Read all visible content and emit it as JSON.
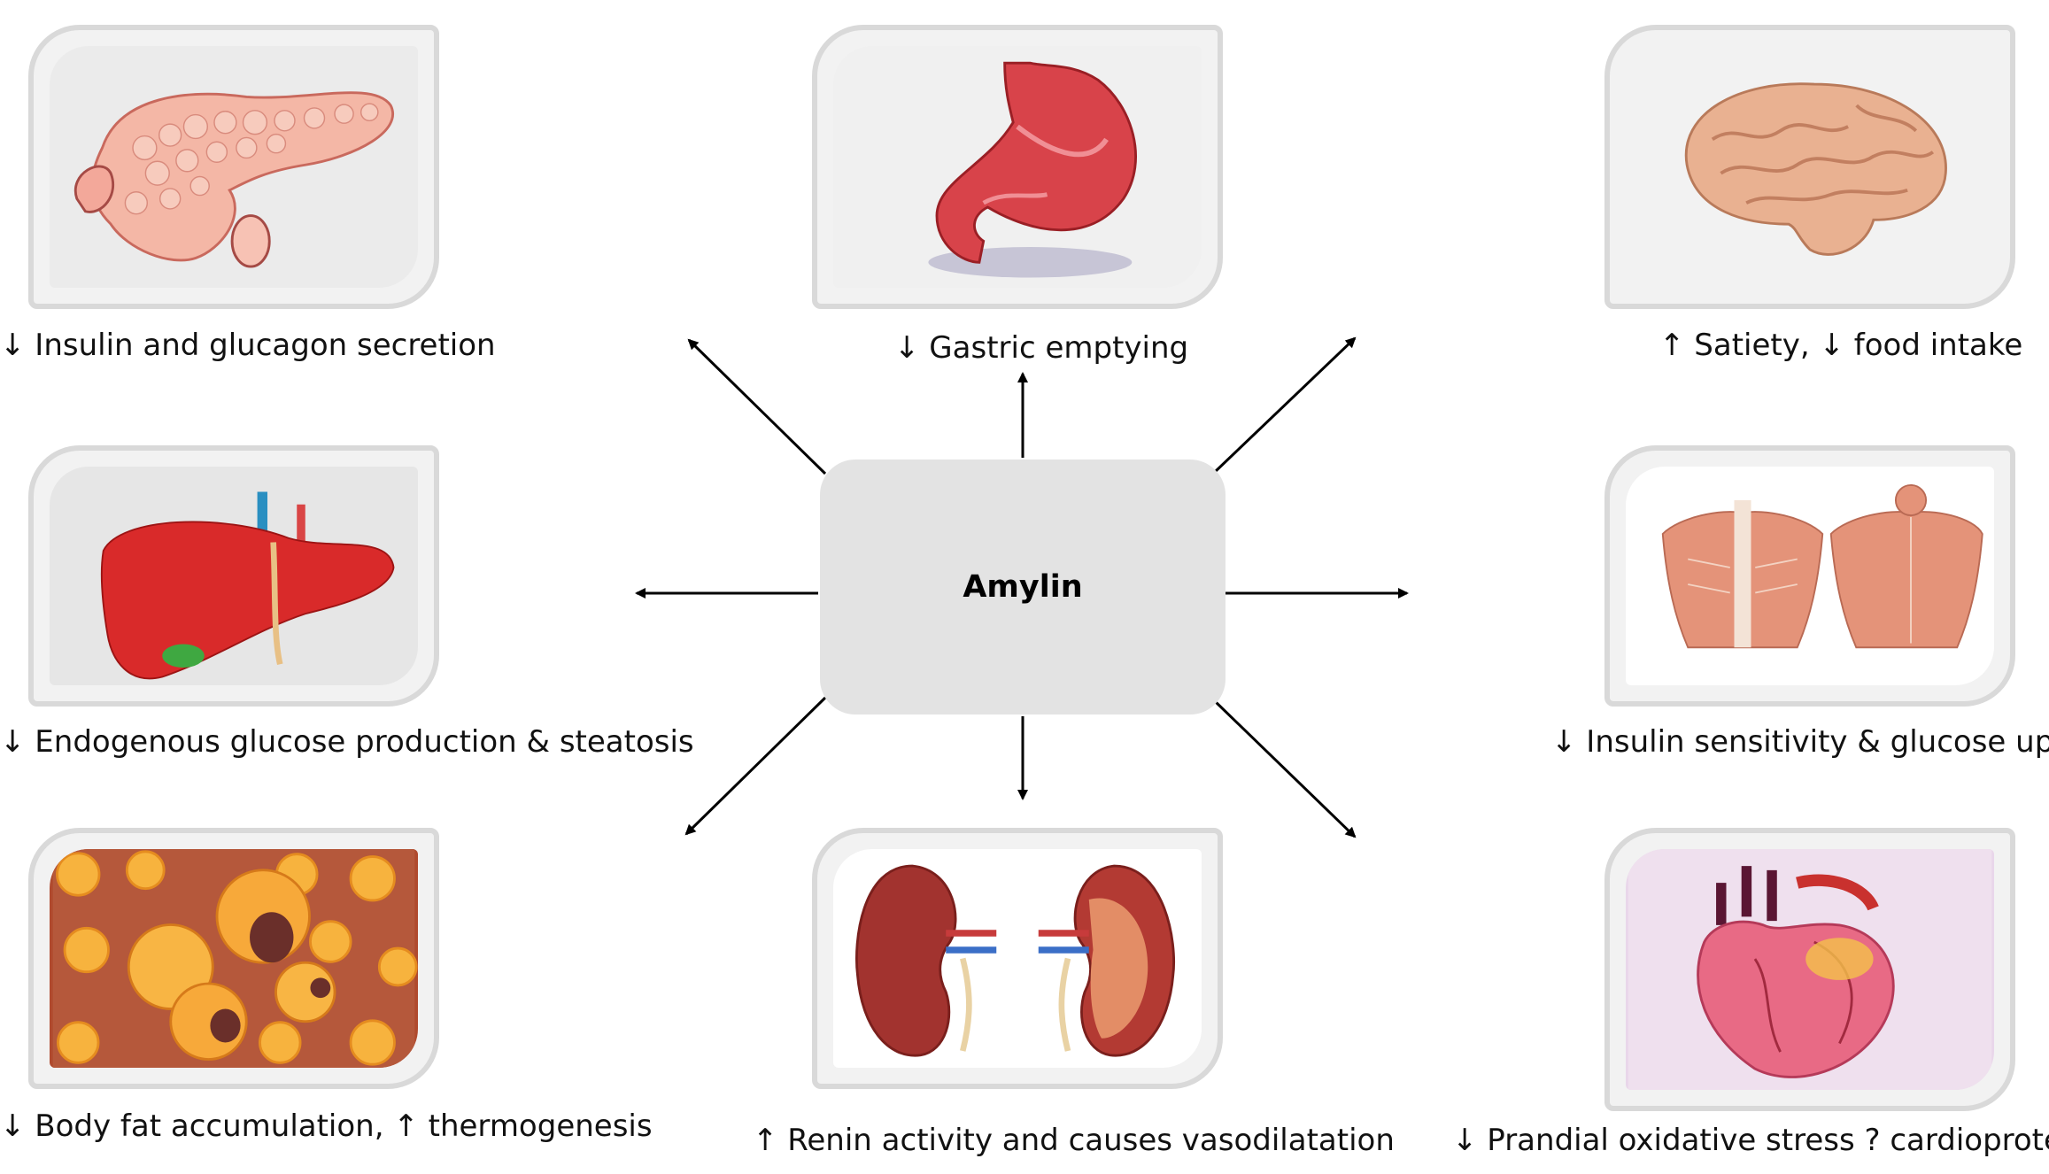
{
  "center": {
    "label": "Amylin"
  },
  "effects": {
    "pancreas": "↓ Insulin and glucagon secretion",
    "stomach": "↓ Gastric emptying",
    "brain": "↑ Satiety, ↓ food intake",
    "liver": "↓ Endogenous glucose production & steatosis",
    "muscle": "↓ Insulin sensitivity & glucose uptake",
    "fat": "↓ Body fat accumulation, ↑ thermogenesis",
    "kidney": "↑ Renin activity and causes vasodilatation",
    "heart": "↓ Prandial oxidative stress ? cardioprotection"
  },
  "icons": {
    "pancreas": "pancreas-icon",
    "stomach": "stomach-icon",
    "brain": "brain-icon",
    "liver": "liver-icon",
    "muscle": "muscle-icon",
    "fat": "fat-cells-icon",
    "kidney": "kidney-icon",
    "heart": "heart-icon"
  }
}
